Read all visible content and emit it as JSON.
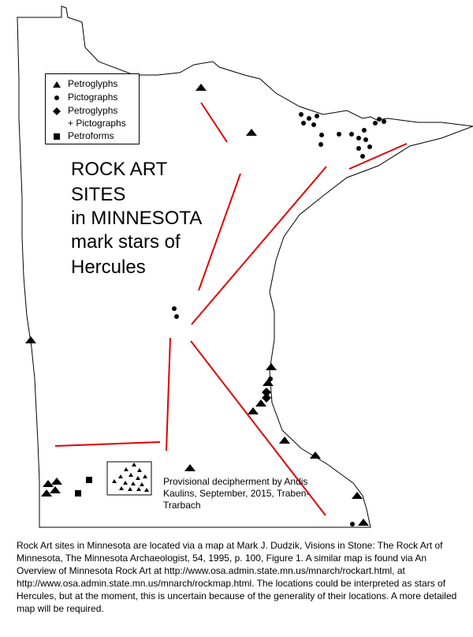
{
  "legend": {
    "petroglyphs": "Petroglyphs",
    "pictographs": "Pictographs",
    "both_line1": "Petroglyphs",
    "both_line2": "+ Pictographs",
    "petroforms": "Petroforms"
  },
  "title": {
    "line1": "ROCK ART",
    "line2": "SITES",
    "line3": "in MINNESOTA",
    "line4": "mark stars of",
    "line5": "Hercules"
  },
  "credit": "Provisional decipherment by Andis Kaulins, September, 2015, Traben-Trarbach",
  "caption": "Rock Art sites in Minnesota are located via a map at Mark J. Dudzik, Visions in Stone: The Rock Art of Minnesota, The Minnesota Archaeologist, 54, 1995, p. 100, Figure 1. A similar map is found via An Overview of Minnesota Rock Art at http://www.osa.admin.state.mn.us/mnarch/rockart.html,  at http://www.osa.admin.state.mn.us/mnarch/rockmap.html. The locations could be interpreted as stars of Hercules, but at the moment, this is uncertain because of the generality of their locations. A more detailed map will be required.",
  "colors": {
    "outline": "#000000",
    "lines": "#e00000",
    "marks": "#000000"
  },
  "symbols": {
    "petroglyphs": "triangle",
    "pictographs": "circle",
    "both": "diamond",
    "petroforms": "square"
  }
}
